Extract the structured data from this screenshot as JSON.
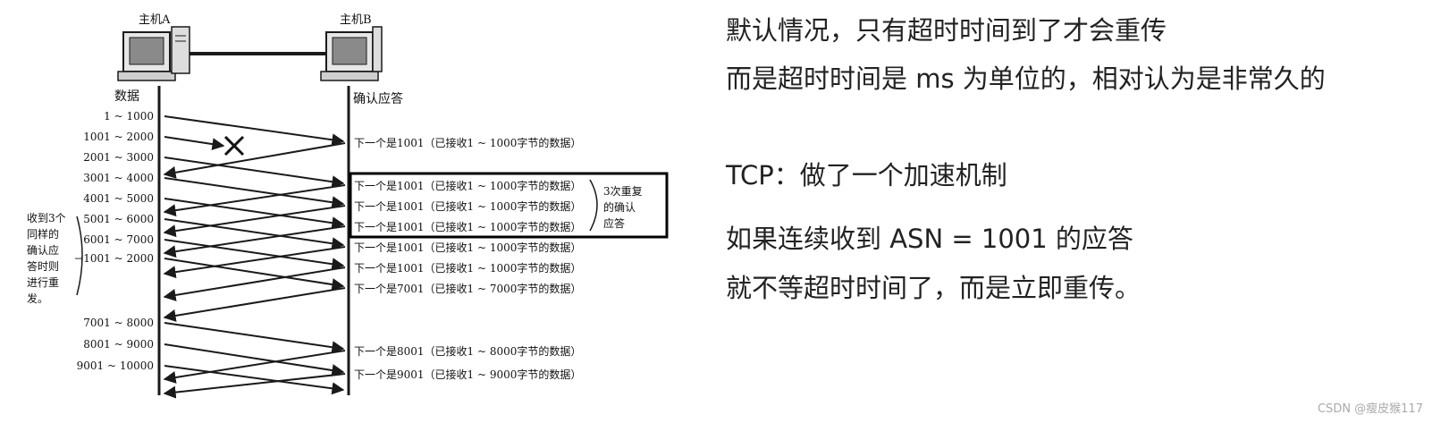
{
  "diagram": {
    "host_a_label": "主机A",
    "host_b_label": "主机B",
    "left_header": "数据",
    "right_header": "确认应答",
    "send_labels": [
      "1 ~ 1000",
      "1001 ~ 2000",
      "2001 ~ 3000",
      "3001 ~ 4000",
      "4001 ~ 5000",
      "5001 ~ 6000",
      "6001 ~ 7000",
      "→1001 ~ 2000",
      "7001 ~ 8000",
      "8001 ~ 9000",
      "9001 ~ 10000"
    ],
    "ack_labels": [
      "下一个是1001（已接收1 ~ 1000字节的数据）",
      "下一个是1001（已接收1 ~ 1000字节的数据）",
      "下一个是1001（已接收1 ~ 1000字节的数据）",
      "下一个是1001（已接收1 ~ 1000字节的数据）",
      "下一个是1001（已接收1 ~ 1000字节的数据）",
      "下一个是1001（已接收1 ~ 1000字节的数据）",
      "下一个是7001（已接收1 ~ 7000字节的数据）",
      "下一个是8001（已接收1 ~ 8000字节的数据）",
      "下一个是9001（已接收1 ~ 9000字节的数据）"
    ],
    "dup_ack_note": [
      "3次重复",
      "的确认",
      "应答"
    ],
    "retransmit_note": [
      "收到3个",
      "同样的",
      "确认应",
      "答时则",
      "进行重",
      "发。"
    ]
  },
  "notes": {
    "line1": "默认情况，只有超时时间到了才会重传",
    "line2": "而是超时时间是 ms 为单位的，相对认为是非常久的",
    "line3": "TCP：做了一个加速机制",
    "line4": "如果连续收到 ASN = 1001 的应答",
    "line5": "就不等超时时间了，而是立即重传。"
  },
  "watermark": "CSDN @瘦皮猴117"
}
